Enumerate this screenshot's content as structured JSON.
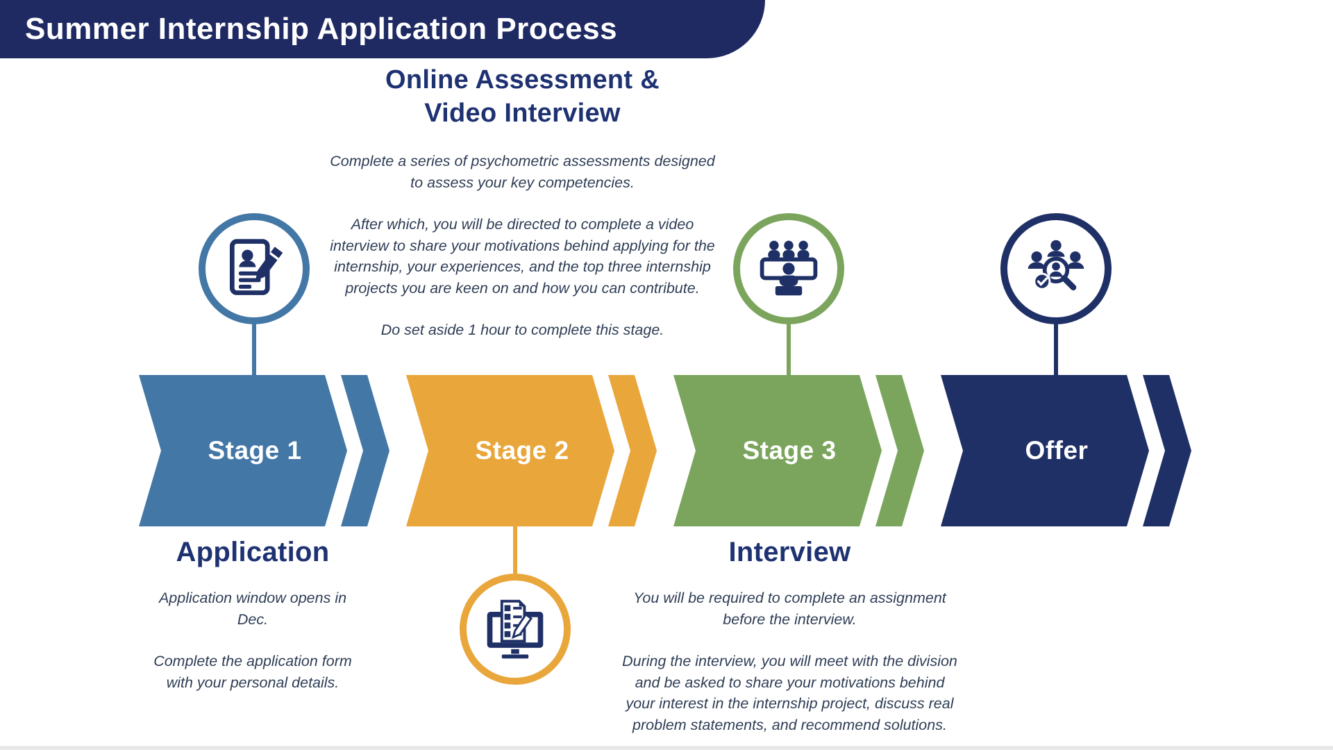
{
  "palette": {
    "background": "#ffffff",
    "banner_navy": "#1f2a63",
    "heading_navy": "#1e3272",
    "body_text": "#2e3d55",
    "icon_navy": "#1f3066",
    "stage1_blue": "#4377a6",
    "stage2_yellow": "#e9a63b",
    "stage3_green": "#7ba55d",
    "offer_navy": "#1f3066",
    "bottom_edge_gray": "#e9e9e9"
  },
  "banner": {
    "title": "Summer Internship Application Process"
  },
  "top_callout": {
    "title": "Online Assessment &\nVideo Interview",
    "paragraphs": [
      "Complete a series of psychometric assessments designed\nto assess your key competencies.",
      "After which, you will be directed to complete a video\ninterview to share your motivations behind applying for the\ninternship, your experiences, and the top three internship\nprojects you are keen on and how you can contribute.",
      "Do set aside 1 hour to complete this stage."
    ]
  },
  "process": {
    "stages": [
      {
        "label": "Stage 1",
        "color_ref": "stage1_blue",
        "icon": "resume-pen-icon",
        "icon_position": "above"
      },
      {
        "label": "Stage 2",
        "color_ref": "stage2_yellow",
        "icon": "online-assessment-icon",
        "icon_position": "below"
      },
      {
        "label": "Stage 3",
        "color_ref": "stage3_green",
        "icon": "panel-interview-icon",
        "icon_position": "above"
      },
      {
        "label": "Offer",
        "color_ref": "offer_navy",
        "icon": "candidate-selection-icon",
        "icon_position": "above"
      }
    ]
  },
  "application_callout": {
    "title": "Application",
    "paragraphs": [
      "Application window opens in\nDec.",
      "Complete the application form\nwith your personal details."
    ]
  },
  "interview_callout": {
    "title": "Interview",
    "paragraphs": [
      "You will be required to complete an assignment\nbefore the interview.",
      "During the interview, you will meet with the division\nand be asked to share your motivations behind\nyour interest in the internship project, discuss real\nproblem statements, and recommend solutions."
    ]
  }
}
